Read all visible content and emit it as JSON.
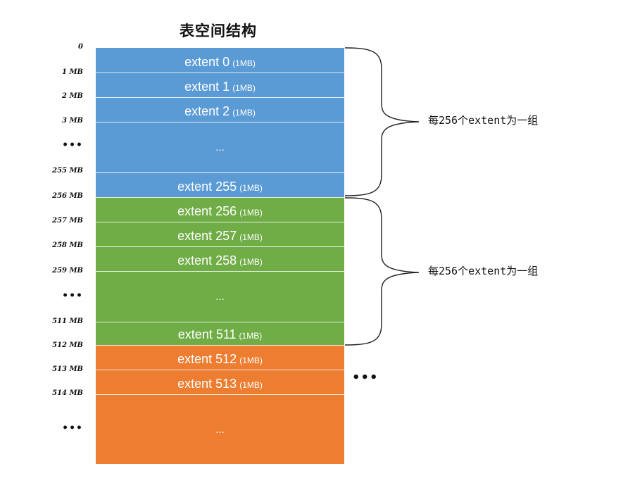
{
  "title": "表空间结构",
  "blocks": [
    {
      "label": "extent 0",
      "size": "(1MB)"
    },
    {
      "label": "extent 1",
      "size": "(1MB)"
    },
    {
      "label": "extent 2",
      "size": "(1MB)"
    },
    {
      "label": "...",
      "size": ""
    },
    {
      "label": "extent 255",
      "size": "(1MB)"
    },
    {
      "label": "extent 256",
      "size": "(1MB)"
    },
    {
      "label": "extent 257",
      "size": "(1MB)"
    },
    {
      "label": "extent 258",
      "size": "(1MB)"
    },
    {
      "label": "...",
      "size": ""
    },
    {
      "label": "extent 511",
      "size": "(1MB)"
    },
    {
      "label": "extent 512",
      "size": "(1MB)"
    },
    {
      "label": "extent 513",
      "size": "(1MB)"
    },
    {
      "label": "...",
      "size": ""
    }
  ],
  "axis_labels": [
    "0",
    "1 MB",
    "2 MB",
    "3 MB",
    "•••",
    "255 MB",
    "256 MB",
    "257 MB",
    "258 MB",
    "259 MB",
    "•••",
    "511 MB",
    "512 MB",
    "513 MB",
    "514 MB",
    "•••"
  ],
  "groups": [
    {
      "label": "每256个extent为一组"
    },
    {
      "label": "每256个extent为一组"
    }
  ],
  "more_indicator": "•••",
  "colors": {
    "group1": "#5b9bd5",
    "group2": "#70ad47",
    "group3": "#ed7d31"
  }
}
